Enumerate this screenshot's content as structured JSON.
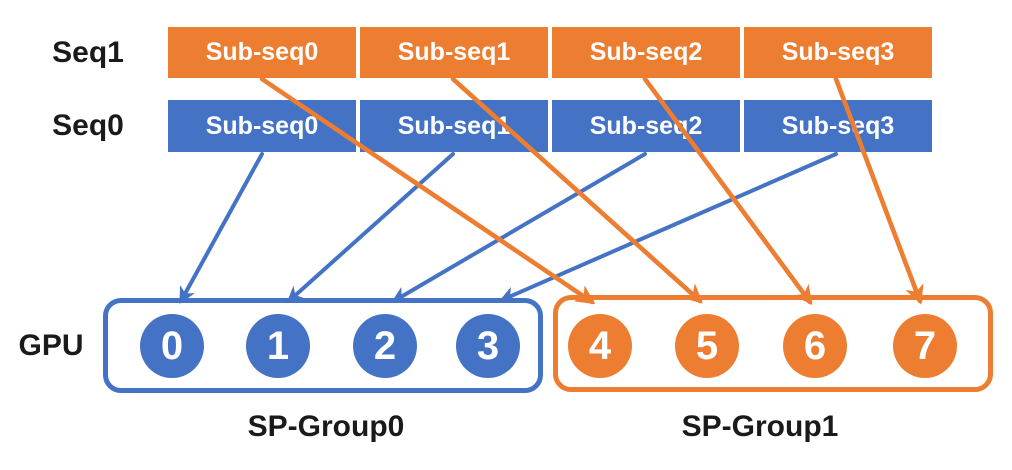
{
  "colors": {
    "blue": "#4472C4",
    "orange": "#ED7D31"
  },
  "sequences": [
    {
      "label": "Seq1",
      "color": "#ED7D31",
      "cells": [
        "Sub-seq0",
        "Sub-seq1",
        "Sub-seq2",
        "Sub-seq3"
      ]
    },
    {
      "label": "Seq0",
      "color": "#4472C4",
      "cells": [
        "Sub-seq0",
        "Sub-seq1",
        "Sub-seq2",
        "Sub-seq3"
      ]
    }
  ],
  "gpu_label": "GPU",
  "groups": [
    {
      "label": "SP-Group0",
      "color": "#4472C4",
      "gpus": [
        "0",
        "1",
        "2",
        "3"
      ]
    },
    {
      "label": "SP-Group1",
      "color": "#ED7D31",
      "gpus": [
        "4",
        "5",
        "6",
        "7"
      ]
    }
  ],
  "mappings": {
    "seq0_subseqs_to_gpus": [
      "0",
      "1",
      "2",
      "3"
    ],
    "seq1_subseqs_to_gpus": [
      "4",
      "5",
      "6",
      "7"
    ]
  }
}
